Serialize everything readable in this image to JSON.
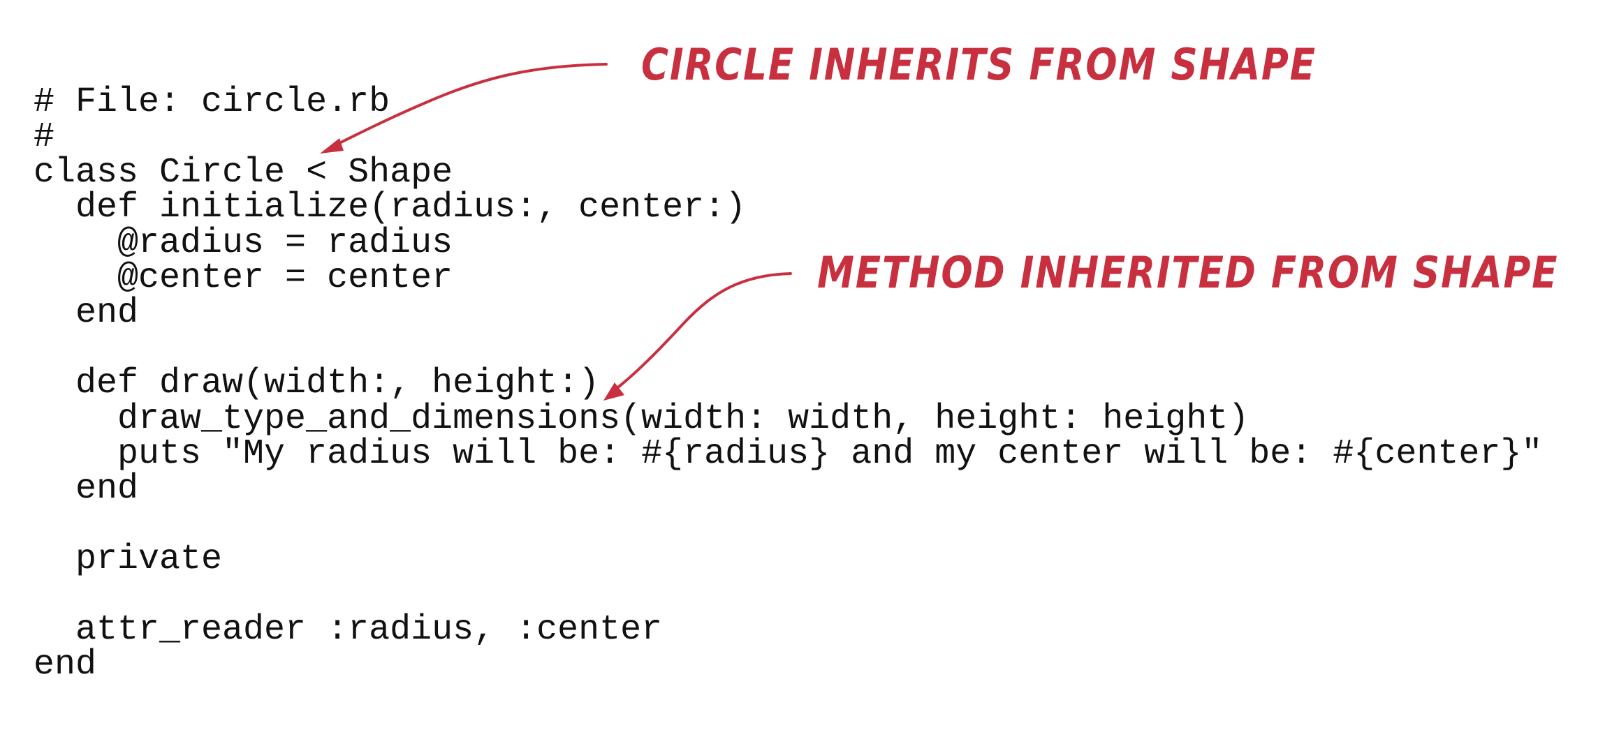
{
  "code": {
    "lines": [
      "# File: circle.rb",
      "#",
      "class Circle < Shape",
      "  def initialize(radius:, center:)",
      "    @radius = radius",
      "    @center = center",
      "  end",
      "",
      "  def draw(width:, height:)",
      "    draw_type_and_dimensions(width: width, height: height)",
      "    puts \"My radius will be: #{radius} and my center will be: #{center}\"",
      "  end",
      "",
      "  private",
      "",
      "  attr_reader :radius, :center",
      "end"
    ]
  },
  "annotations": {
    "inherits_note": "CIRCLE INHERITS FROM SHAPE",
    "method_note": "METHOD INHERITED FROM SHAPE"
  },
  "colors": {
    "annotation": "#c8303f",
    "code_text": "#111111",
    "background": "#ffffff"
  }
}
